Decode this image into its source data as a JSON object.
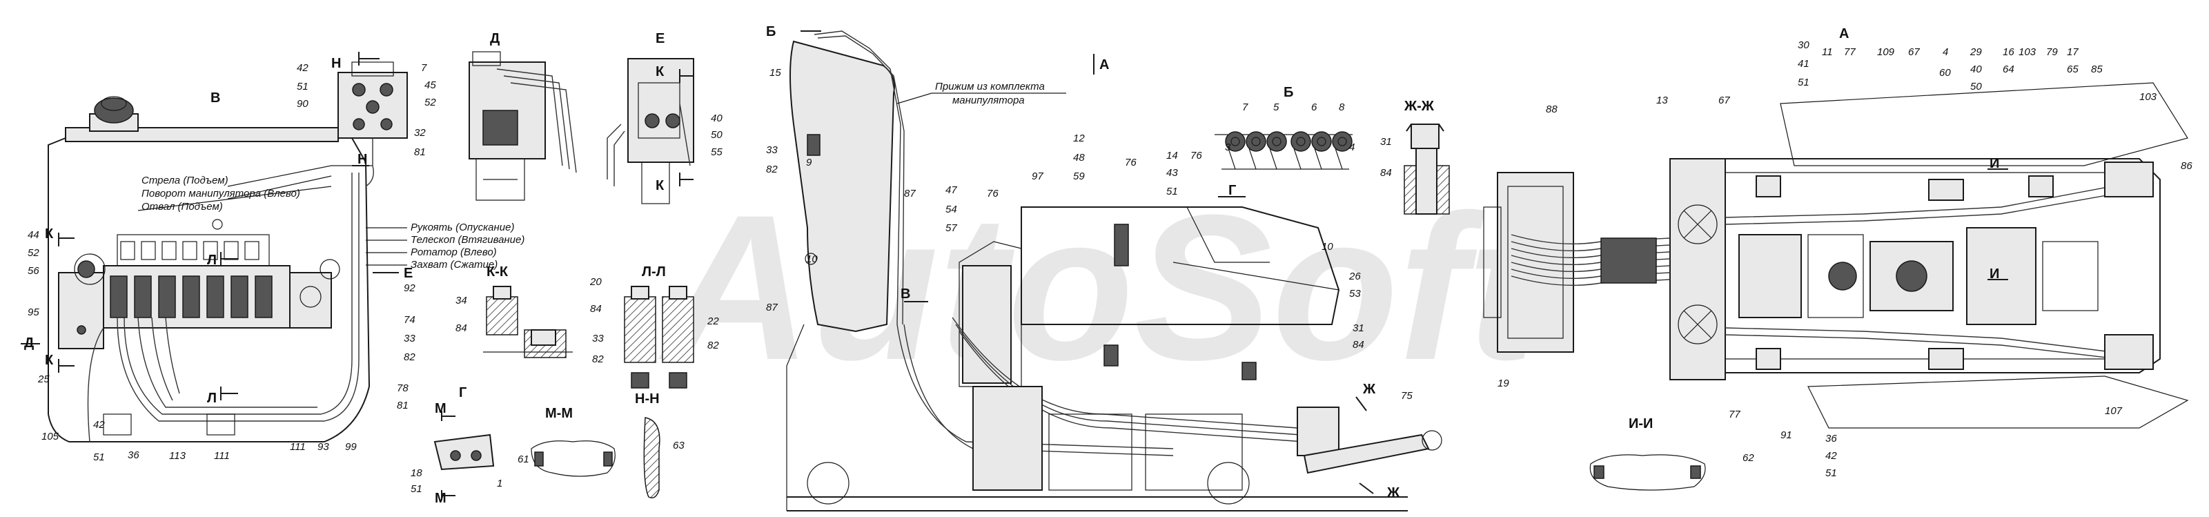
{
  "watermark": "AutoSoft",
  "views": {
    "V": "В",
    "D": "Д",
    "E": "Е",
    "B": "Б",
    "A": "А",
    "G": "Г",
    "KK": "К-К",
    "LL": "Л-Л",
    "NN": "Н-Н",
    "MM": "М-М",
    "ZhZh": "Ж-Ж",
    "II": "И-И",
    "Gs": "Г"
  },
  "arrows": {
    "H": "Н",
    "K": "К",
    "L": "Л",
    "E": "Е",
    "D": "Д",
    "M": "М",
    "Zh": "Ж",
    "I": "И",
    "A": "А",
    "B": "Б",
    "V": "В"
  },
  "functions": [
    "Стрела (Подъем)",
    "Поворот манипулятора (Влево)",
    "Отвал (Подъем)",
    "Рукоять (Опускание)",
    "Телескоп (Втягивание)",
    "Ротатор (Влево)",
    "Захват (Сжатие)"
  ],
  "note": [
    "Прижим из комплекта",
    "манипулятора"
  ],
  "pos": {
    "p42": "42",
    "p51": "51",
    "p90": "90",
    "p7": "7",
    "p45": "45",
    "p52": "52",
    "p32": "32",
    "p81": "81",
    "p40": "40",
    "p50": "50",
    "p55": "55",
    "p44": "44",
    "p56": "56",
    "p95": "95",
    "p25": "25",
    "p105": "105",
    "p36": "36",
    "p113": "113",
    "p111": "111",
    "p93": "93",
    "p99": "99",
    "p78": "78",
    "p92": "92",
    "p74": "74",
    "p33": "33",
    "p82": "82",
    "p34": "34",
    "p84": "84",
    "p20": "20",
    "p22": "22",
    "p18": "18",
    "p1": "1",
    "p61": "61",
    "p63": "63",
    "p15": "15",
    "p87": "87",
    "p47": "47",
    "p54": "54",
    "p57": "57",
    "p76": "76",
    "p97": "97",
    "p12": "12",
    "p48": "48",
    "p59": "59",
    "p14": "14",
    "p43": "43",
    "p10": "10",
    "p26": "26",
    "p53": "53",
    "p31": "31",
    "p75": "75",
    "p9": "9",
    "p3": "3",
    "p4": "4",
    "p5": "5",
    "p6": "6",
    "p8": "8",
    "p88": "88",
    "p13": "13",
    "p67": "67",
    "p30": "30",
    "p41": "41",
    "p11": "11",
    "p77": "77",
    "p109": "109",
    "p60": "60",
    "p29": "29",
    "p16": "16",
    "p64": "64",
    "p103": "103",
    "p79": "79",
    "p17": "17",
    "p65": "65",
    "p85": "85",
    "p86": "86",
    "p19": "19",
    "p91": "91",
    "p107": "107",
    "p62": "62"
  }
}
